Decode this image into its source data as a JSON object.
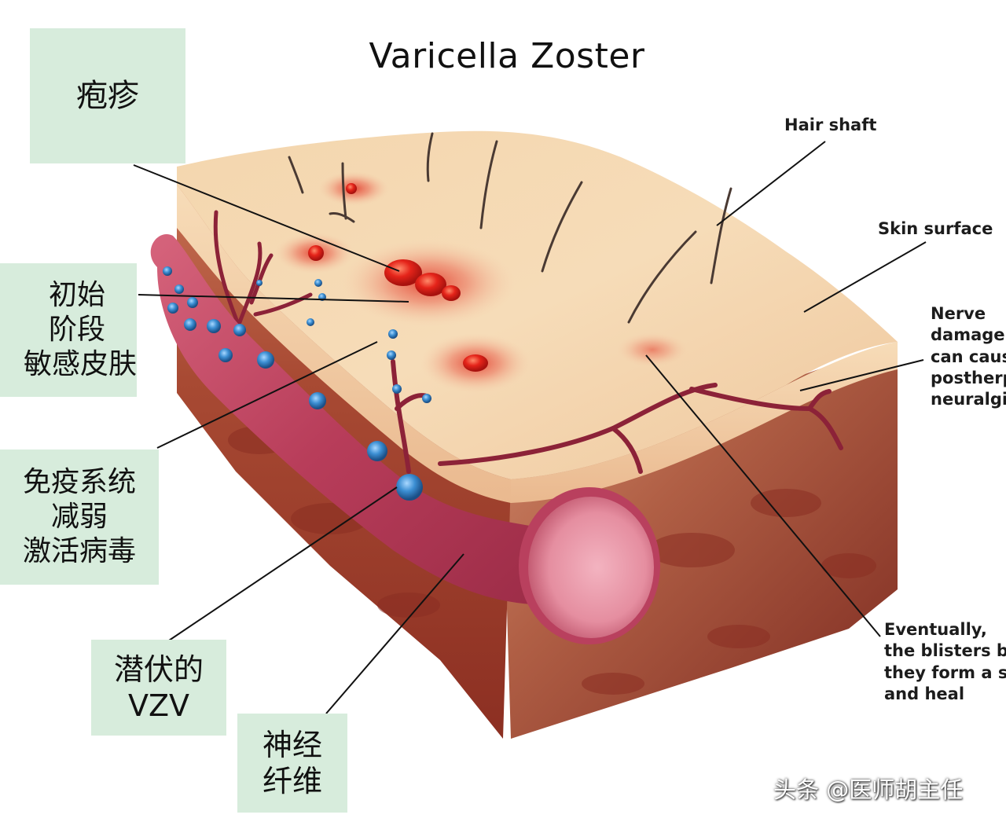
{
  "title": "Varicella Zoster",
  "cn_labels": {
    "blister": [
      "疱疹"
    ],
    "initial_stage": [
      "初始",
      "阶段",
      "敏感皮肤"
    ],
    "immune": [
      "免疫系统",
      "减弱",
      "激活病毒"
    ],
    "latent_vzv": [
      "潜伏的",
      "VZV"
    ],
    "nerve_fiber": [
      "神经",
      "纤维"
    ]
  },
  "en_labels": {
    "hair_shaft": [
      "Hair shaft"
    ],
    "skin_surface": [
      "Skin surface"
    ],
    "nerve_damage": [
      "Nerve",
      "damage",
      "can cause",
      "postherpetic",
      "neuralgia"
    ],
    "eventually": [
      "Eventually,",
      "the blisters burst,",
      "they form a scab",
      "and heal"
    ]
  },
  "watermark": "头条 @医师胡主任",
  "colors": {
    "label_box": "#d7ecdc",
    "skin_top": "#f2d2a9",
    "dermis": "#a2422f",
    "nerve": "#b5415e",
    "blister": "#e1261c",
    "virus": "#2f7fc4"
  }
}
